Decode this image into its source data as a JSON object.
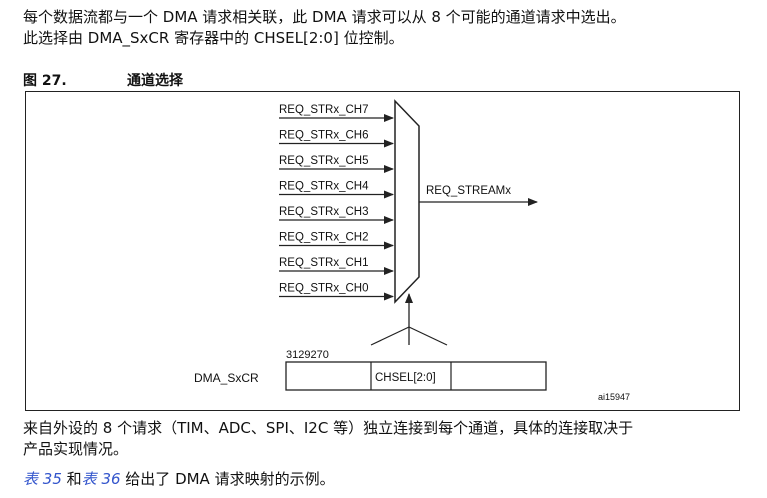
{
  "intro": {
    "line1": "每个数据流都与一个 DMA 请求相关联，此 DMA 请求可以从 8 个可能的通道请求中选出。",
    "line2": "此选择由 DMA_SxCR 寄存器中的 CHSEL[2:0] 位控制。"
  },
  "figure": {
    "number": "图 27.",
    "title": "通道选择",
    "inputs": [
      "REQ_STRx_CH7",
      "REQ_STRx_CH6",
      "REQ_STRx_CH5",
      "REQ_STRx_CH4",
      "REQ_STRx_CH3",
      "REQ_STRx_CH2",
      "REQ_STRx_CH1",
      "REQ_STRx_CH0"
    ],
    "output": "REQ_STREAMx",
    "register_name": "DMA_SxCR",
    "bit_numbers": "3129270",
    "chsel_label": "CHSEL[2:0]",
    "figure_id": "ai15947"
  },
  "after": {
    "line1": "来自外设的 8 个请求（TIM、ADC、SPI、I2C 等）独立连接到每个通道，具体的连接取决于",
    "line2": "产品实现情况。",
    "ref_prefix_1": "表 ",
    "ref_num_1": "35",
    "ref_and": " 和",
    "ref_prefix_2": "表 ",
    "ref_num_2": "36",
    "ref_suffix": " 给出了 DMA 请求映射的示例。"
  },
  "colors": {
    "text": "#111111",
    "link": "#3355cc",
    "line": "#222222"
  }
}
